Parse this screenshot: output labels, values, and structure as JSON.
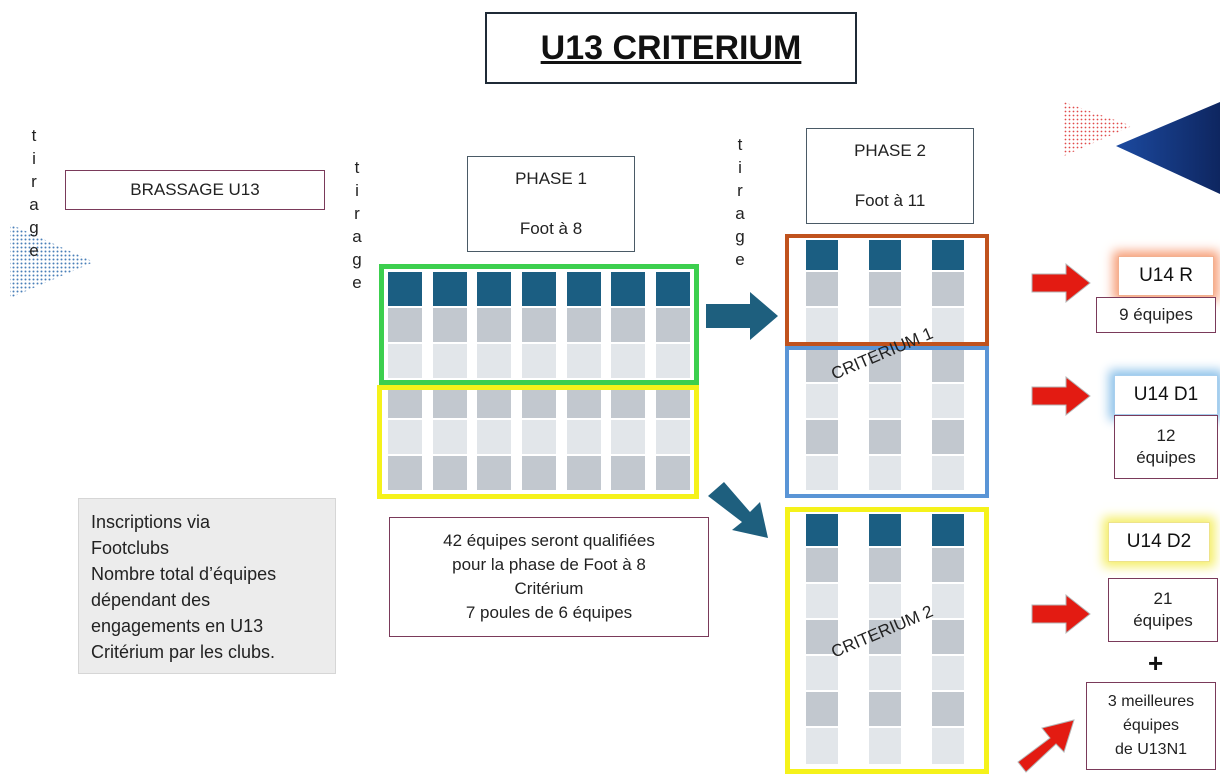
{
  "title": "U13 CRITERIUM",
  "tirage": [
    "t",
    "i",
    "r",
    "a",
    "g",
    "e"
  ],
  "brassage": "BRASSAGE U13",
  "phase1": {
    "title": "PHASE 1",
    "subtitle": "Foot à 8"
  },
  "phase2": {
    "title": "PHASE 2",
    "subtitle": "Foot à 11"
  },
  "qualification_note": [
    "42 équipes seront qualifiées",
    "pour la phase de Foot à 8",
    "Critérium",
    "7 poules de 6 équipes"
  ],
  "inscriptions_note": [
    "Inscriptions via",
    "Footclubs",
    "Nombre total d’équipes",
    "dépendant des",
    "engagements en U13",
    "Critérium par les clubs."
  ],
  "criterium1": "CRITERIUM 1",
  "criterium2": "CRITERIUM 2",
  "results": [
    {
      "level": "U14 R",
      "count": "9 équipes",
      "glow": "#f7a07a"
    },
    {
      "level": "U14 D1",
      "count": [
        "12",
        "équipes"
      ],
      "glow": "#8fc3ea"
    },
    {
      "level": "U14 D2",
      "count": [
        "21",
        "équipes"
      ],
      "glow": "#f5ef6a"
    }
  ],
  "plus": "+",
  "extra": [
    "3 meilleures",
    "équipes",
    "de U13N1"
  ],
  "colors": {
    "dark_cell": "#1b5e82",
    "green_frame": "#3ccf4e",
    "yellow_frame": "#f5f21a",
    "orange_frame": "#c0521d",
    "blue_frame": "#5a95d6",
    "arrow_teal": "#1e5f7e",
    "arrow_red": "#e31b12"
  }
}
